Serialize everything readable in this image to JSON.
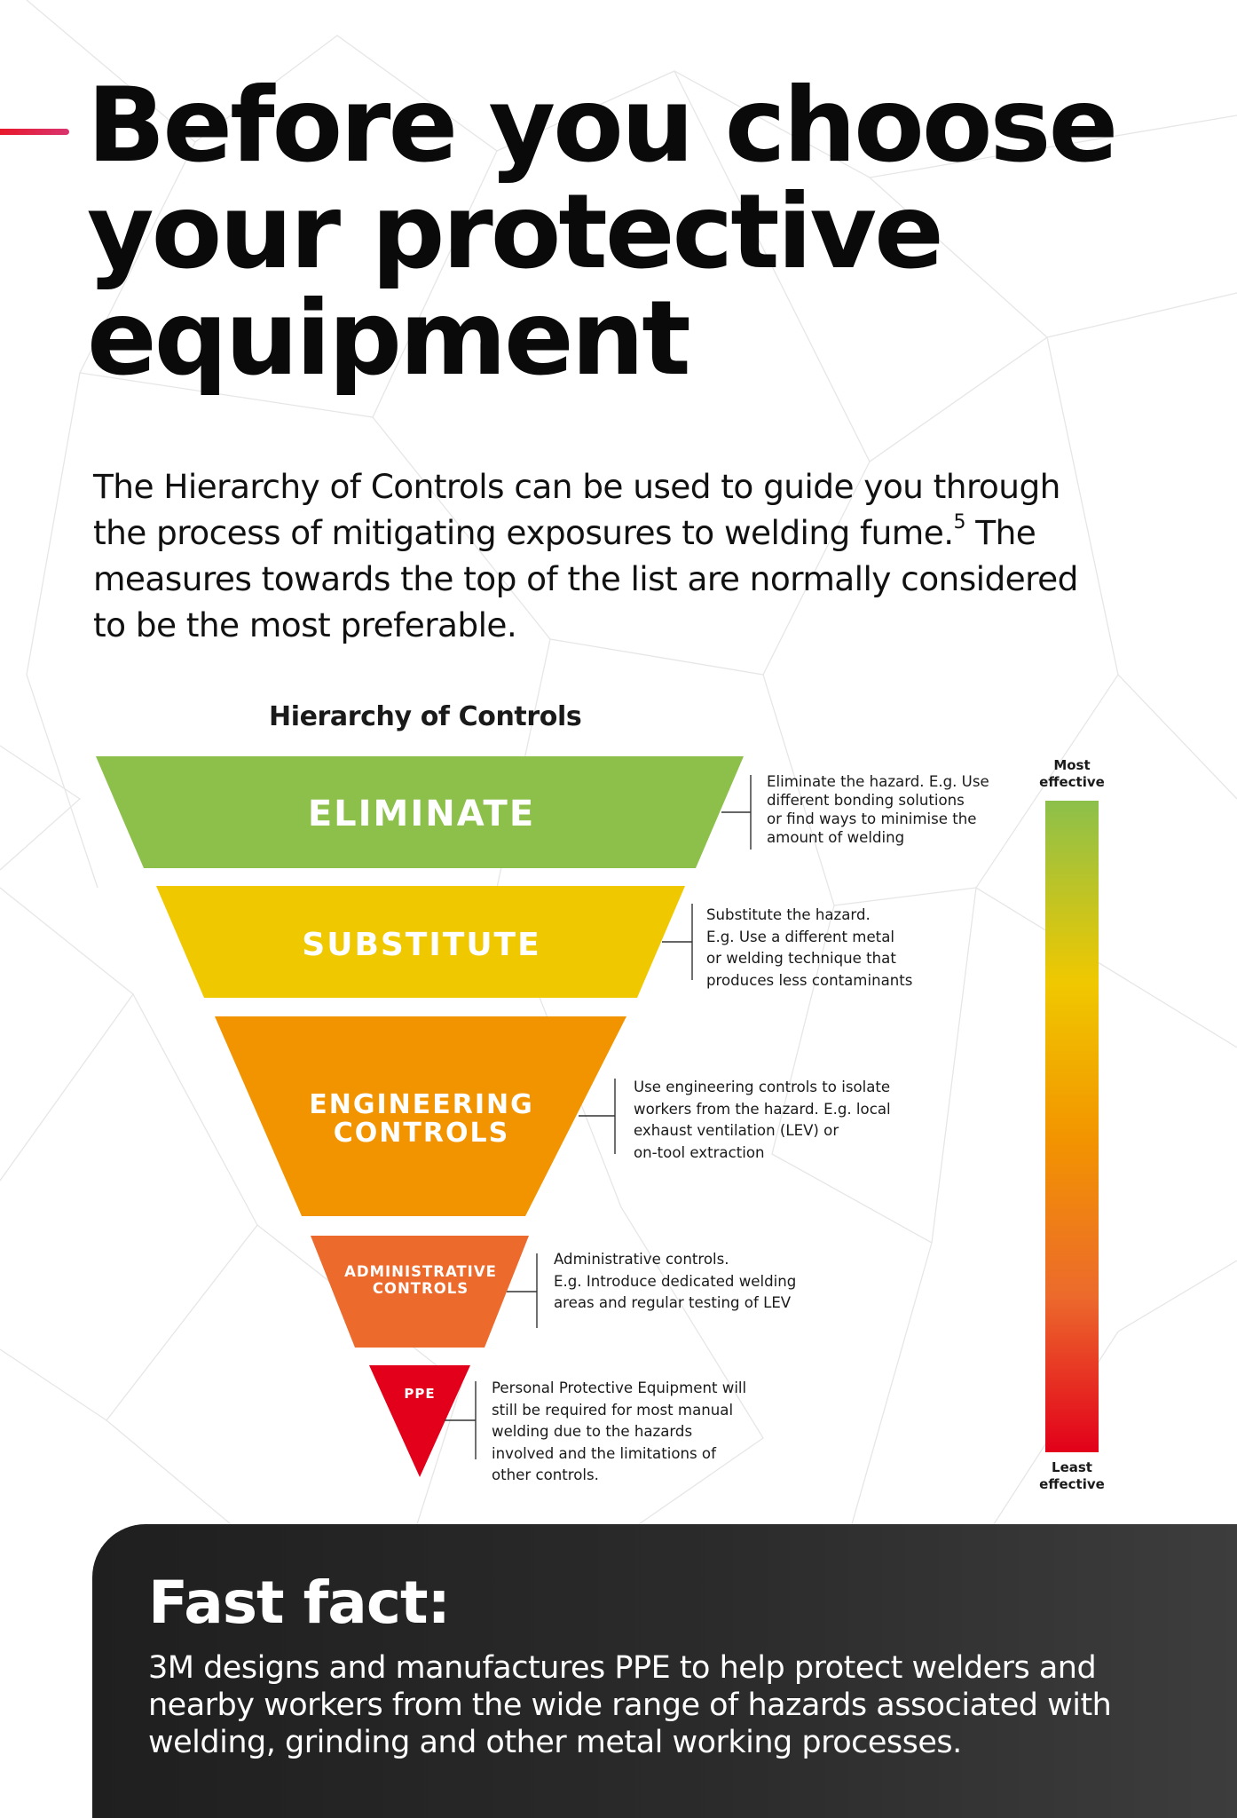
{
  "colors": {
    "accent_gradient_start": "#e8192c",
    "accent_gradient_end": "#d9346f",
    "eliminate": "#8cc04b",
    "substitute": "#f0c800",
    "engineering": "#f29400",
    "administrative": "#ec6a2c",
    "ppe": "#e2001a",
    "fact_box": "#2b2b2b"
  },
  "header": {
    "title_lines": [
      "Before you choose",
      "your protective",
      "equipment"
    ]
  },
  "intro": {
    "line1": "The Hierarchy of Controls can be used to guide you through",
    "line2_before_ref": "the process of mitigating exposures to welding fume.",
    "line2_ref": "5",
    "line2_after_ref": " The",
    "line3": "measures towards the top of the list are normally considered",
    "line4": "to be the most preferable."
  },
  "hierarchy": {
    "title": "Hierarchy of Controls",
    "levels": [
      {
        "id": "eliminate",
        "label_lines": [
          "ELIMINATE"
        ],
        "description_lines": [
          "Eliminate the hazard. E.g. Use",
          "different bonding solutions",
          "or find ways to minimise the",
          "amount of welding"
        ]
      },
      {
        "id": "substitute",
        "label_lines": [
          "SUBSTITUTE"
        ],
        "description_lines": [
          "Substitute the hazard.",
          "E.g. Use a different metal",
          "or welding technique that",
          "produces less contaminants"
        ]
      },
      {
        "id": "engineering",
        "label_lines": [
          "ENGINEERING",
          "CONTROLS"
        ],
        "description_lines": [
          "Use engineering controls to isolate",
          "workers from the hazard. E.g. local",
          "exhaust ventilation (LEV) or",
          "on-tool extraction"
        ]
      },
      {
        "id": "administrative",
        "label_lines": [
          "ADMINISTRATIVE",
          "CONTROLS"
        ],
        "description_lines": [
          "Administrative controls.",
          "E.g. Introduce dedicated welding",
          "areas and regular testing of LEV"
        ]
      },
      {
        "id": "ppe",
        "label_lines": [
          "PPE"
        ],
        "description_lines": [
          "Personal Protective Equipment will",
          "still be required for most manual",
          "welding due to the hazards",
          "involved and the limitations of",
          "other controls."
        ]
      }
    ],
    "scale": {
      "top_label_lines": [
        "Most",
        "effective"
      ],
      "bottom_label_lines": [
        "Least",
        "effective"
      ]
    }
  },
  "fast_fact": {
    "title": "Fast fact:",
    "lines": [
      "3M designs and manufactures PPE to help protect welders and",
      "nearby workers from the wide range of hazards associated with",
      "welding, grinding and other metal working processes."
    ]
  }
}
